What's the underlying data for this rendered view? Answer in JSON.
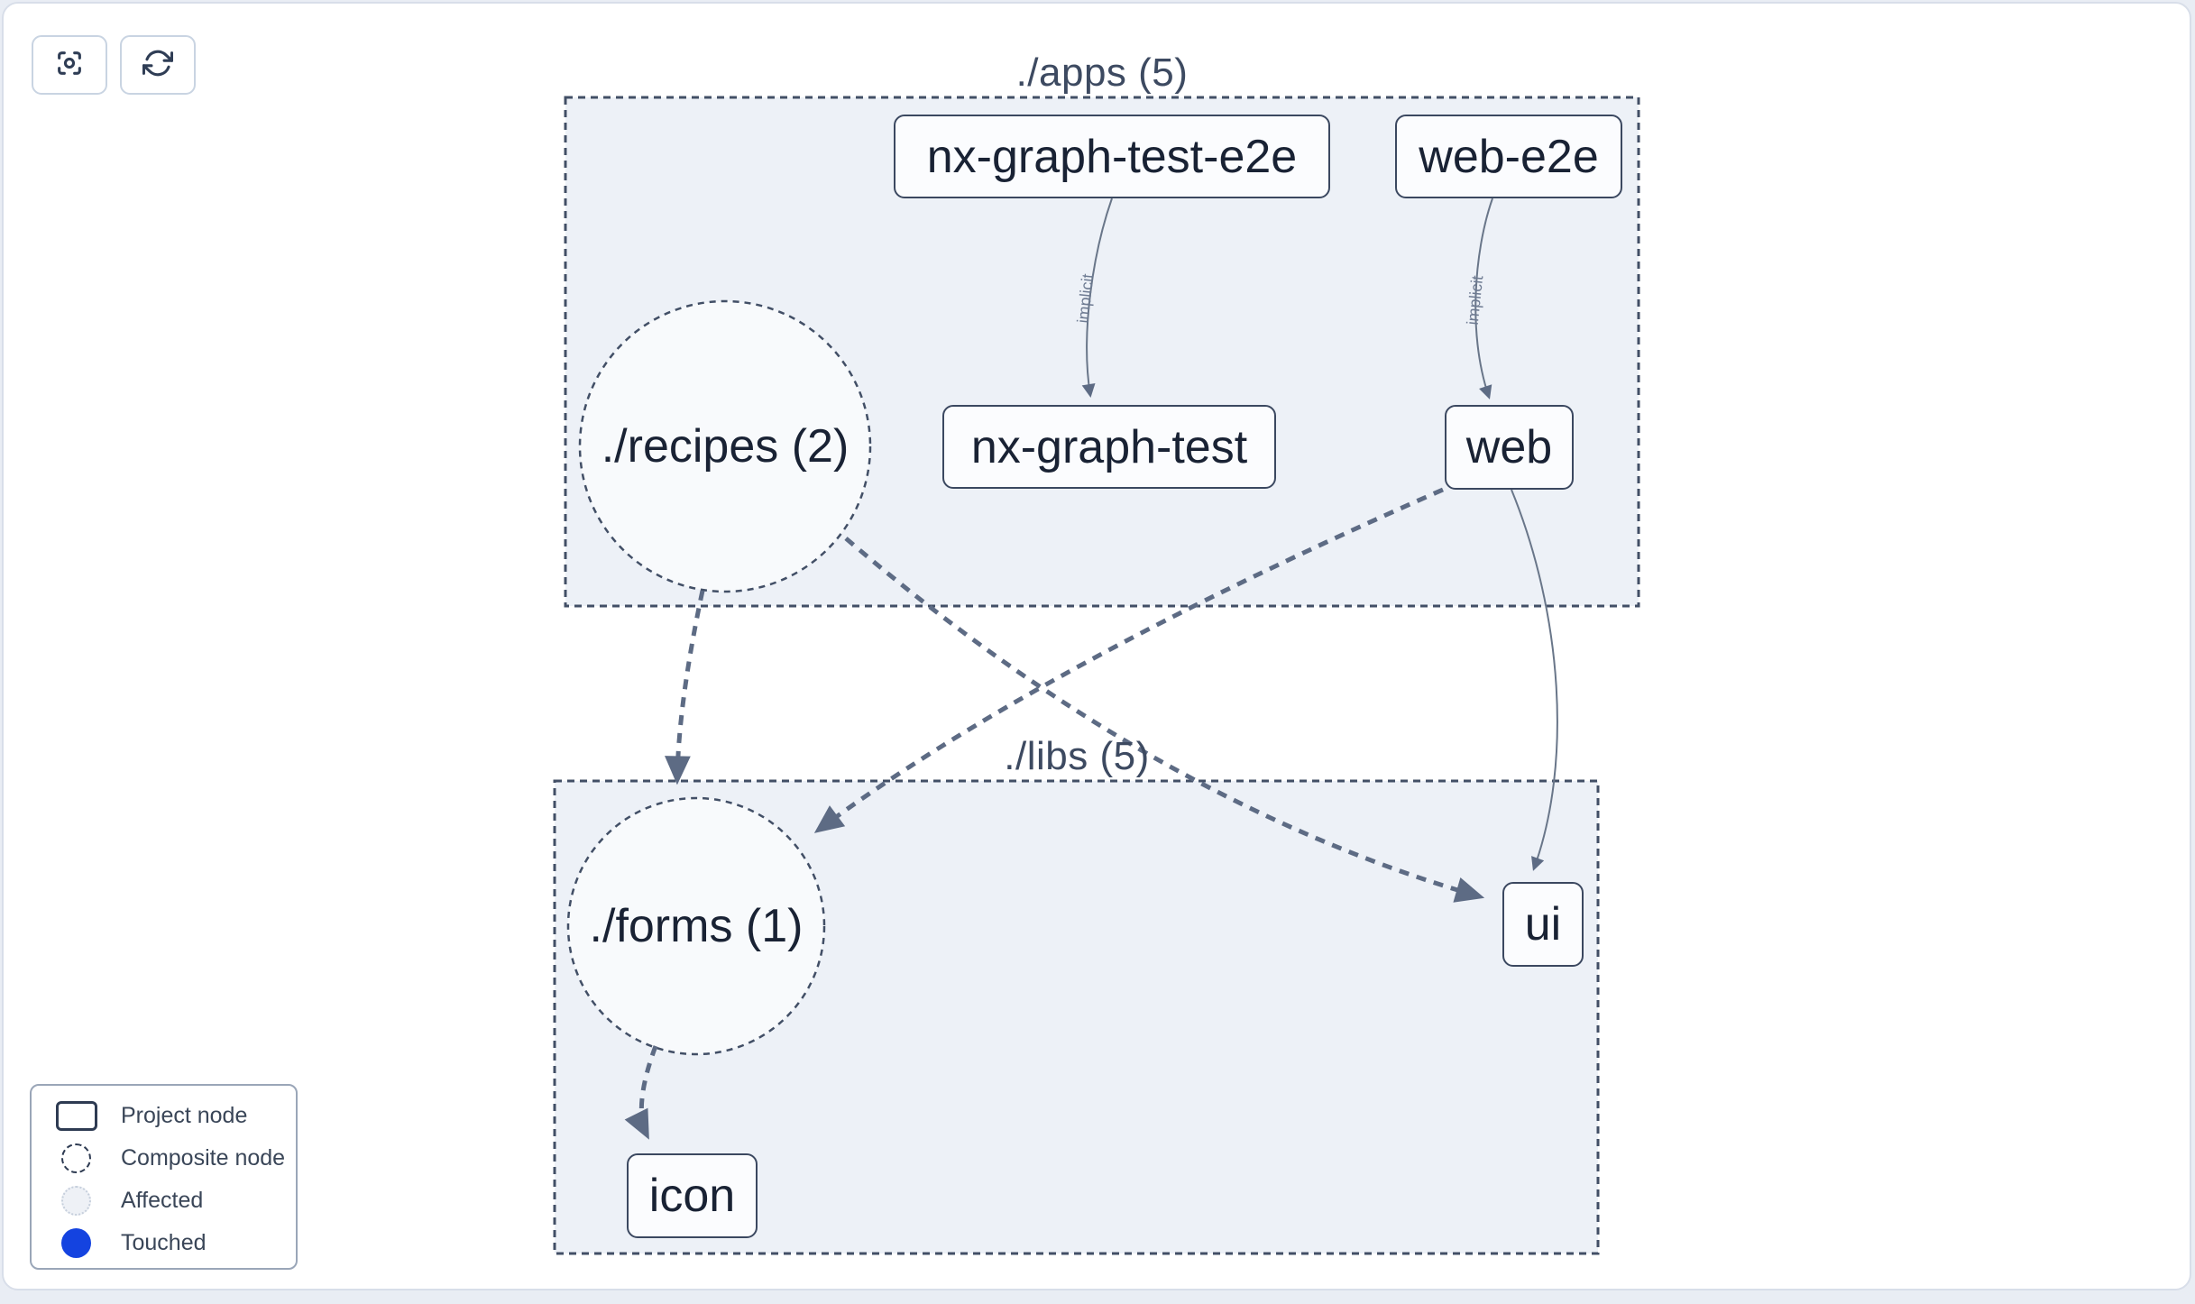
{
  "toolbar": {
    "buttons": [
      {
        "name": "focus",
        "icon": "focus-icon"
      },
      {
        "name": "refresh",
        "icon": "refresh-icon"
      }
    ]
  },
  "graph": {
    "groups": [
      {
        "id": "apps",
        "label": "./apps (5)"
      },
      {
        "id": "libs",
        "label": "./libs (5)"
      }
    ],
    "composite_nodes": [
      {
        "id": "recipes",
        "label": "./recipes (2)"
      },
      {
        "id": "forms",
        "label": "./forms (1)"
      }
    ],
    "project_nodes": [
      {
        "id": "nx-graph-test-e2e",
        "label": "nx-graph-test-e2e"
      },
      {
        "id": "web-e2e",
        "label": "web-e2e"
      },
      {
        "id": "nx-graph-test",
        "label": "nx-graph-test"
      },
      {
        "id": "web",
        "label": "web"
      },
      {
        "id": "ui",
        "label": "ui"
      },
      {
        "id": "icon",
        "label": "icon"
      }
    ],
    "edges": [
      {
        "from": "nx-graph-test-e2e",
        "to": "nx-graph-test",
        "label": "implicit",
        "style": "solid"
      },
      {
        "from": "web-e2e",
        "to": "web",
        "label": "implicit",
        "style": "solid"
      },
      {
        "from": "./recipes",
        "to": "./forms",
        "label": "",
        "style": "dashed"
      },
      {
        "from": "./recipes",
        "to": "ui",
        "label": "",
        "style": "dashed"
      },
      {
        "from": "web",
        "to": "./forms",
        "label": "",
        "style": "dashed"
      },
      {
        "from": "web",
        "to": "ui",
        "label": "",
        "style": "solid"
      },
      {
        "from": "./forms",
        "to": "icon",
        "label": "",
        "style": "dashed"
      }
    ]
  },
  "legend": {
    "items": [
      {
        "label": "Project node",
        "swatch": "project-rect"
      },
      {
        "label": "Composite node",
        "swatch": "composite-dashed-circle"
      },
      {
        "label": "Affected",
        "swatch": "affected-circle"
      },
      {
        "label": "Touched",
        "swatch": "touched-circle"
      }
    ]
  },
  "colors": {
    "page_background": "#e9edf4",
    "canvas_background": "#ffffff",
    "container_fill": "#edf1f7",
    "outline": "#424f66",
    "node_fill": "#fbfcfe",
    "node_text": "#192234",
    "edge": "#5d6b84",
    "implicit_label": "#6e7b92",
    "touched_blue": "#1443e0"
  }
}
